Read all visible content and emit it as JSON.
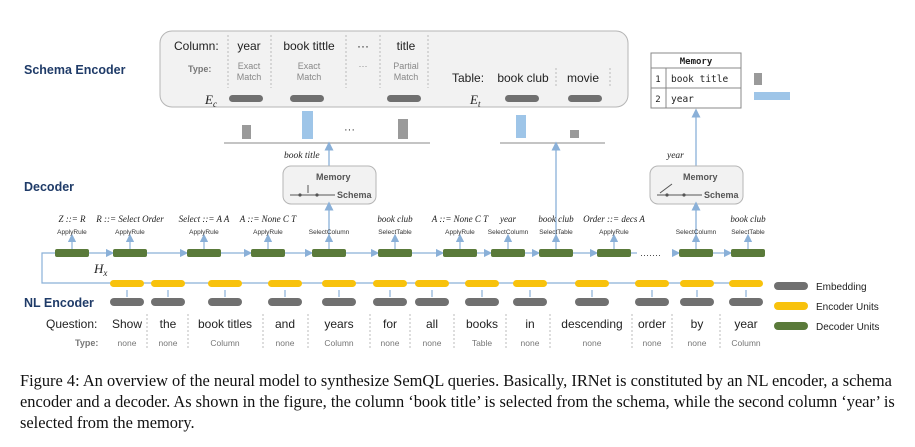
{
  "sections": {
    "schema_encoder": "Schema Encoder",
    "decoder": "Decoder",
    "nl_encoder": "NL Encoder"
  },
  "schema": {
    "column_label": "Column:",
    "type_label": "Type:",
    "columns": [
      {
        "name": "year",
        "type": "Exact Match"
      },
      {
        "name": "book tittle",
        "type": "Exact Match"
      },
      {
        "name": "···",
        "type": "···"
      },
      {
        "name": "title",
        "type": "Partial Match"
      }
    ],
    "table_label": "Table:",
    "tables": [
      "book club",
      "movie"
    ],
    "ec": "E",
    "ec_sub": "c",
    "et": "E",
    "et_sub": "t"
  },
  "memory": {
    "title": "Memory",
    "rows": [
      {
        "idx": "1",
        "text": "book title"
      },
      {
        "idx": "2",
        "text": "year"
      }
    ]
  },
  "decoder": {
    "memory_schema_box": {
      "memory": "Memory",
      "schema": "Schema"
    },
    "book_title_label": "book title",
    "year_label": "year",
    "hx": "H",
    "hx_sub": "x",
    "ellipsis": "·······",
    "steps": [
      {
        "value": "Z ::= R",
        "action": "ApplyRule"
      },
      {
        "value": "R ::= Select Order",
        "action": "ApplyRule"
      },
      {
        "value": "Select ::= A A",
        "action": "ApplyRule"
      },
      {
        "value": "A ::= None C T",
        "action": "ApplyRule"
      },
      {
        "value": "",
        "action": "SelectColumn"
      },
      {
        "value": "book club",
        "action": "SelectTable"
      },
      {
        "value": "A ::= None C T",
        "action": "ApplyRule"
      },
      {
        "value": "year",
        "action": "SelectColumn"
      },
      {
        "value": "book club",
        "action": "SelectTable"
      },
      {
        "value": "Order ::= decs A",
        "action": "ApplyRule"
      },
      {
        "value": "",
        "action": "SelectColumn"
      },
      {
        "value": "book club",
        "action": "SelectTable"
      }
    ]
  },
  "question": {
    "label": "Question:",
    "type_label": "Type:",
    "tokens": [
      {
        "word": "Show",
        "type": "none"
      },
      {
        "word": "the",
        "type": "none"
      },
      {
        "word": "book titles",
        "type": "Column"
      },
      {
        "word": "and",
        "type": "none"
      },
      {
        "word": "years",
        "type": "Column"
      },
      {
        "word": "for",
        "type": "none"
      },
      {
        "word": "all",
        "type": "none"
      },
      {
        "word": "books",
        "type": "Table"
      },
      {
        "word": "in",
        "type": "none"
      },
      {
        "word": "descending",
        "type": "none"
      },
      {
        "word": "order",
        "type": "none"
      },
      {
        "word": "by",
        "type": "none"
      },
      {
        "word": "year",
        "type": "Column"
      }
    ]
  },
  "legend": [
    {
      "label": "Embedding",
      "color": "#707070"
    },
    {
      "label": "Encoder Units",
      "color": "#f8c20c"
    },
    {
      "label": "Decoder Units",
      "color": "#5a7a3a"
    }
  ],
  "colors": {
    "embedding": "#707070",
    "encoder": "#f8c20c",
    "decoder": "#5a7a3a",
    "arrow": "#8ab0d8",
    "attn_blue": "#9ec5e8",
    "attn_gray": "#9a9a9a"
  },
  "caption": "Figure 4:   An overview of the neural model to synthesize SemQL queries. Basically, IRNet is constituted by an NL encoder, a schema encoder and a decoder. As shown in the figure, the column ‘book title’ is selected from the schema, while the second column ‘year’ is selected from the memory."
}
